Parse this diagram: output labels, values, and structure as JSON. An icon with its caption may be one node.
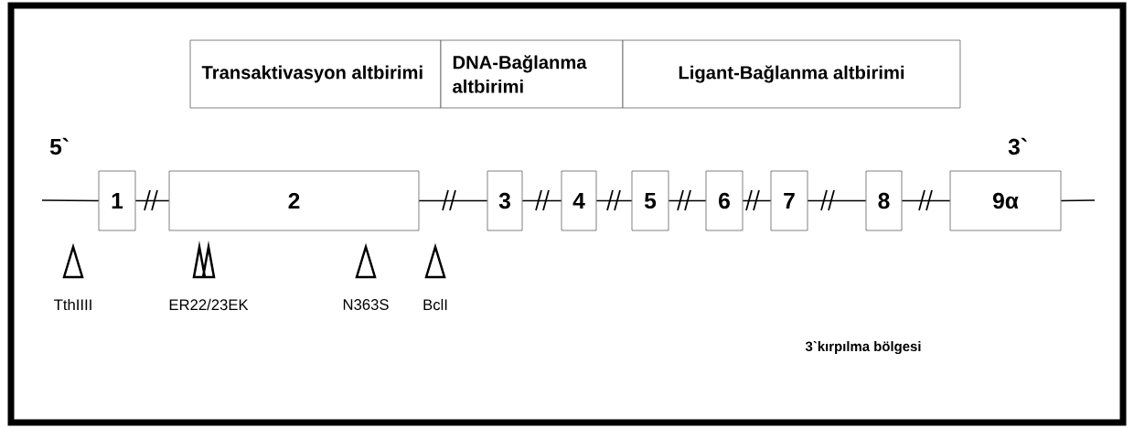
{
  "diagram": {
    "nodes": [
      {
        "text": [
          "Transaktivasyon altbirimi"
        ]
      },
      {
        "text": [
          "DNA-Bağlanma altbirimi"
        ]
      },
      {
        "text": [
          "Ligant-Bağlanma altbirimi"
        ]
      },
      {
        "text": [
          "1"
        ]
      },
      {
        "text": [
          "2"
        ]
      },
      {
        "text": [
          "3"
        ]
      },
      {
        "text": [
          "4"
        ]
      },
      {
        "text": [
          "5"
        ]
      },
      {
        "text": [
          "6"
        ]
      },
      {
        "text": [
          "7"
        ]
      },
      {
        "text": [
          "8"
        ]
      },
      {
        "text": [
          "9α"
        ]
      }
    ],
    "edges": [
      {
        "from": null,
        "to": 3,
        "arrow": "none"
      },
      {
        "from": 3,
        "to": 4,
        "arrow": "none"
      },
      {
        "from": 4,
        "to": 5,
        "arrow": "none"
      },
      {
        "from": 5,
        "to": 6,
        "arrow": "none"
      },
      {
        "from": 6,
        "to": 7,
        "arrow": "none"
      },
      {
        "from": 7,
        "to": 8,
        "arrow": "none"
      },
      {
        "from": 8,
        "to": 9,
        "arrow": "none"
      },
      {
        "from": 9,
        "to": 10,
        "arrow": "none"
      },
      {
        "from": 10,
        "to": 11,
        "arrow": "none"
      },
      {
        "from": 11,
        "to": null,
        "arrow": "none"
      }
    ],
    "labels": [
      "5`",
      "3`",
      "TthIIII",
      "ER22/23EK",
      "N363S",
      "BclI",
      "3`kırpılma bölgesi"
    ]
  }
}
